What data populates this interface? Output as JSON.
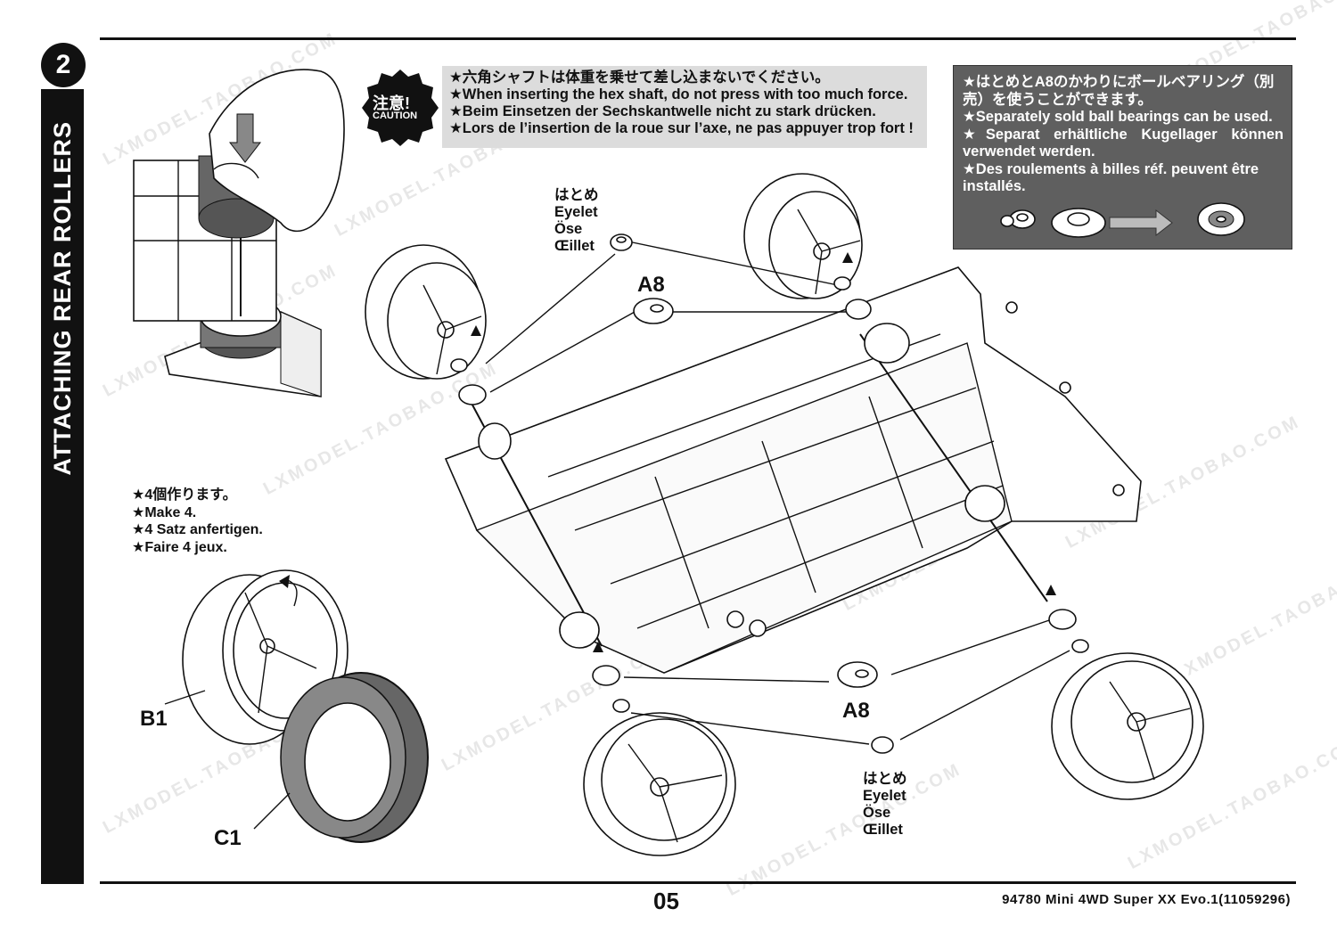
{
  "step": {
    "number": "2",
    "title": "ATTACHING REAR ROLLERS"
  },
  "caution": {
    "badge_jp": "注意!",
    "badge_en": "CAUTION",
    "lines": [
      "★六角シャフトは体重を乗せて差し込まないでください。",
      "★When inserting the hex shaft, do not press with too much force.",
      "★Beim Einsetzen der Sechskantwelle nicht zu stark drücken.",
      "★Lors de l’insertion de la roue sur l’axe, ne pas appuyer trop fort !"
    ]
  },
  "info": {
    "lines": [
      "★はとめとA8のかわりにボールベアリング（別売）を使うことができます。",
      "★Separately sold ball bearings can be used.",
      "★Separat erhältliche Kugellager können verwendet werden.",
      "★Des roulements à billes réf. peuvent être installés."
    ]
  },
  "note": {
    "lines": [
      "★4個作ります。",
      "★Make 4.",
      "★4 Satz anfertigen.",
      "★Faire 4 jeux."
    ]
  },
  "labels": {
    "eyelet_top": [
      "はとめ",
      "Eyelet",
      "Öse",
      "Œillet"
    ],
    "eyelet_bottom": [
      "はとめ",
      "Eyelet",
      "Öse",
      "Œillet"
    ],
    "a8_top": "A8",
    "a8_bottom": "A8",
    "b1": "B1",
    "c1": "C1"
  },
  "footer": {
    "page_number": "05",
    "model_code": "94780  Mini  4WD  Super  XX  Evo.1(11059296)"
  },
  "watermarks": [
    "LXMODEL.TAOBAO.COM",
    "LXMODEL.TAOBAO.COM",
    "LXMODEL.TAOBAO.COM",
    "LXMODEL.TAOBAO.COM",
    "LXMODEL.TAOBAO.COM",
    "LXMODEL.TAOBAO.COM",
    "LXMODEL.TAOBAO.COM",
    "LXMODEL.TAOBAO.COM",
    "LXMODEL.TAOBAO.COM",
    "LXMODEL.TAOBAO.COM",
    "LXMODEL.TAOBAO.COM",
    "LXMODEL.TAOBAO.COM"
  ],
  "colors": {
    "caution_bg": "#dcdcdc",
    "info_bg": "#5f5f5f",
    "ink": "#111111"
  }
}
